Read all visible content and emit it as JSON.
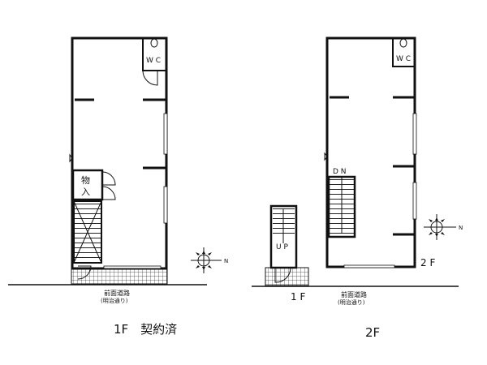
{
  "plans": [
    {
      "id": "1f-left",
      "caption": "1F　契約済",
      "wc_label": "W C",
      "storage_label": [
        "物",
        "入"
      ],
      "road_label": "前面道路",
      "road_sub_label": "(明治通り)"
    },
    {
      "id": "2f-right",
      "caption": "2F",
      "wc_label": "W C",
      "stair_down_label": "D N",
      "stair_up_label": "U P",
      "floor_1_label": "1 F",
      "floor_2_label": "2 F",
      "road_label": "前面道路",
      "road_sub_label": "(明治通り)"
    }
  ],
  "compass_north_label": "N",
  "colors": {
    "line": "#111111",
    "background": "#ffffff"
  }
}
